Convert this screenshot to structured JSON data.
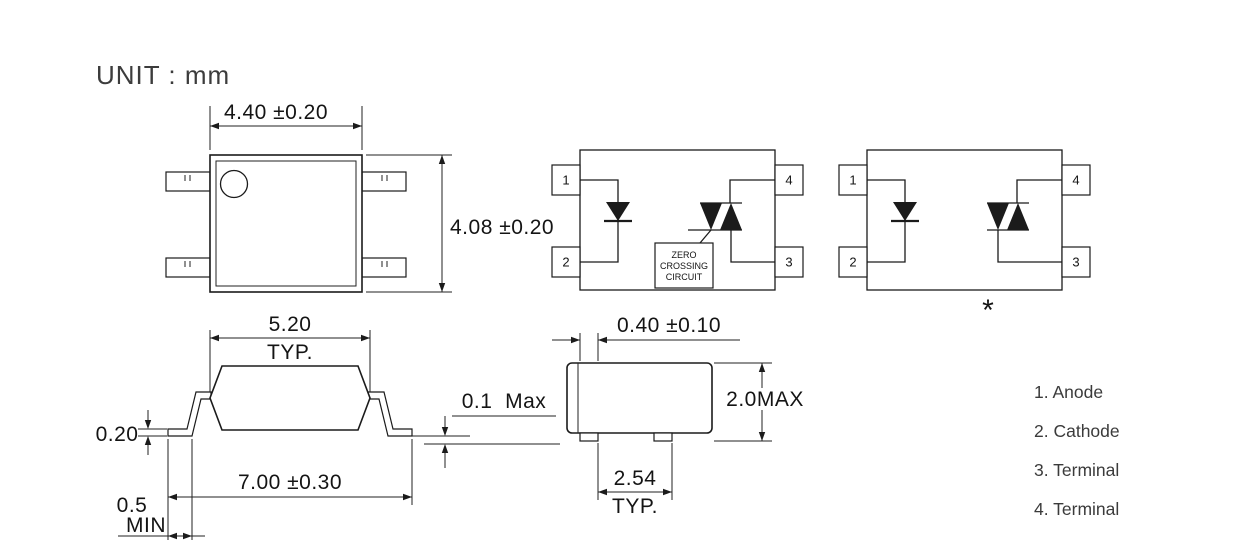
{
  "unit_label": "UNIT : mm",
  "top_view": {
    "width_dim": "4.40 ±0.20",
    "height_dim": "4.08 ±0.20"
  },
  "schematic_zc": {
    "pins": {
      "p1": "1",
      "p2": "2",
      "p3": "3",
      "p4": "4"
    },
    "zero_crossing_label": {
      "line1": "ZERO",
      "line2": "CROSSING",
      "line3": "CIRCUIT"
    }
  },
  "schematic_plain": {
    "pins": {
      "p1": "1",
      "p2": "2",
      "p3": "3",
      "p4": "4"
    },
    "footnote_marker": "*"
  },
  "side_view": {
    "body_width_dim": "5.20",
    "body_width_qual": "TYP.",
    "lead_thickness_dim": "0.20",
    "overall_width_dim": "7.00 ±0.30",
    "foot_length_dim": "0.5",
    "foot_length_qual": "MIN",
    "standoff_dim": "0.1  Max"
  },
  "end_view": {
    "lead_width_dim": "0.40 ±0.10",
    "height_dim": "2.0MAX",
    "lead_pitch_dim": "2.54",
    "lead_pitch_qual": "TYP."
  },
  "legend": {
    "items": [
      "1. Anode",
      "2. Cathode",
      "3. Terminal",
      "4. Terminal"
    ]
  }
}
